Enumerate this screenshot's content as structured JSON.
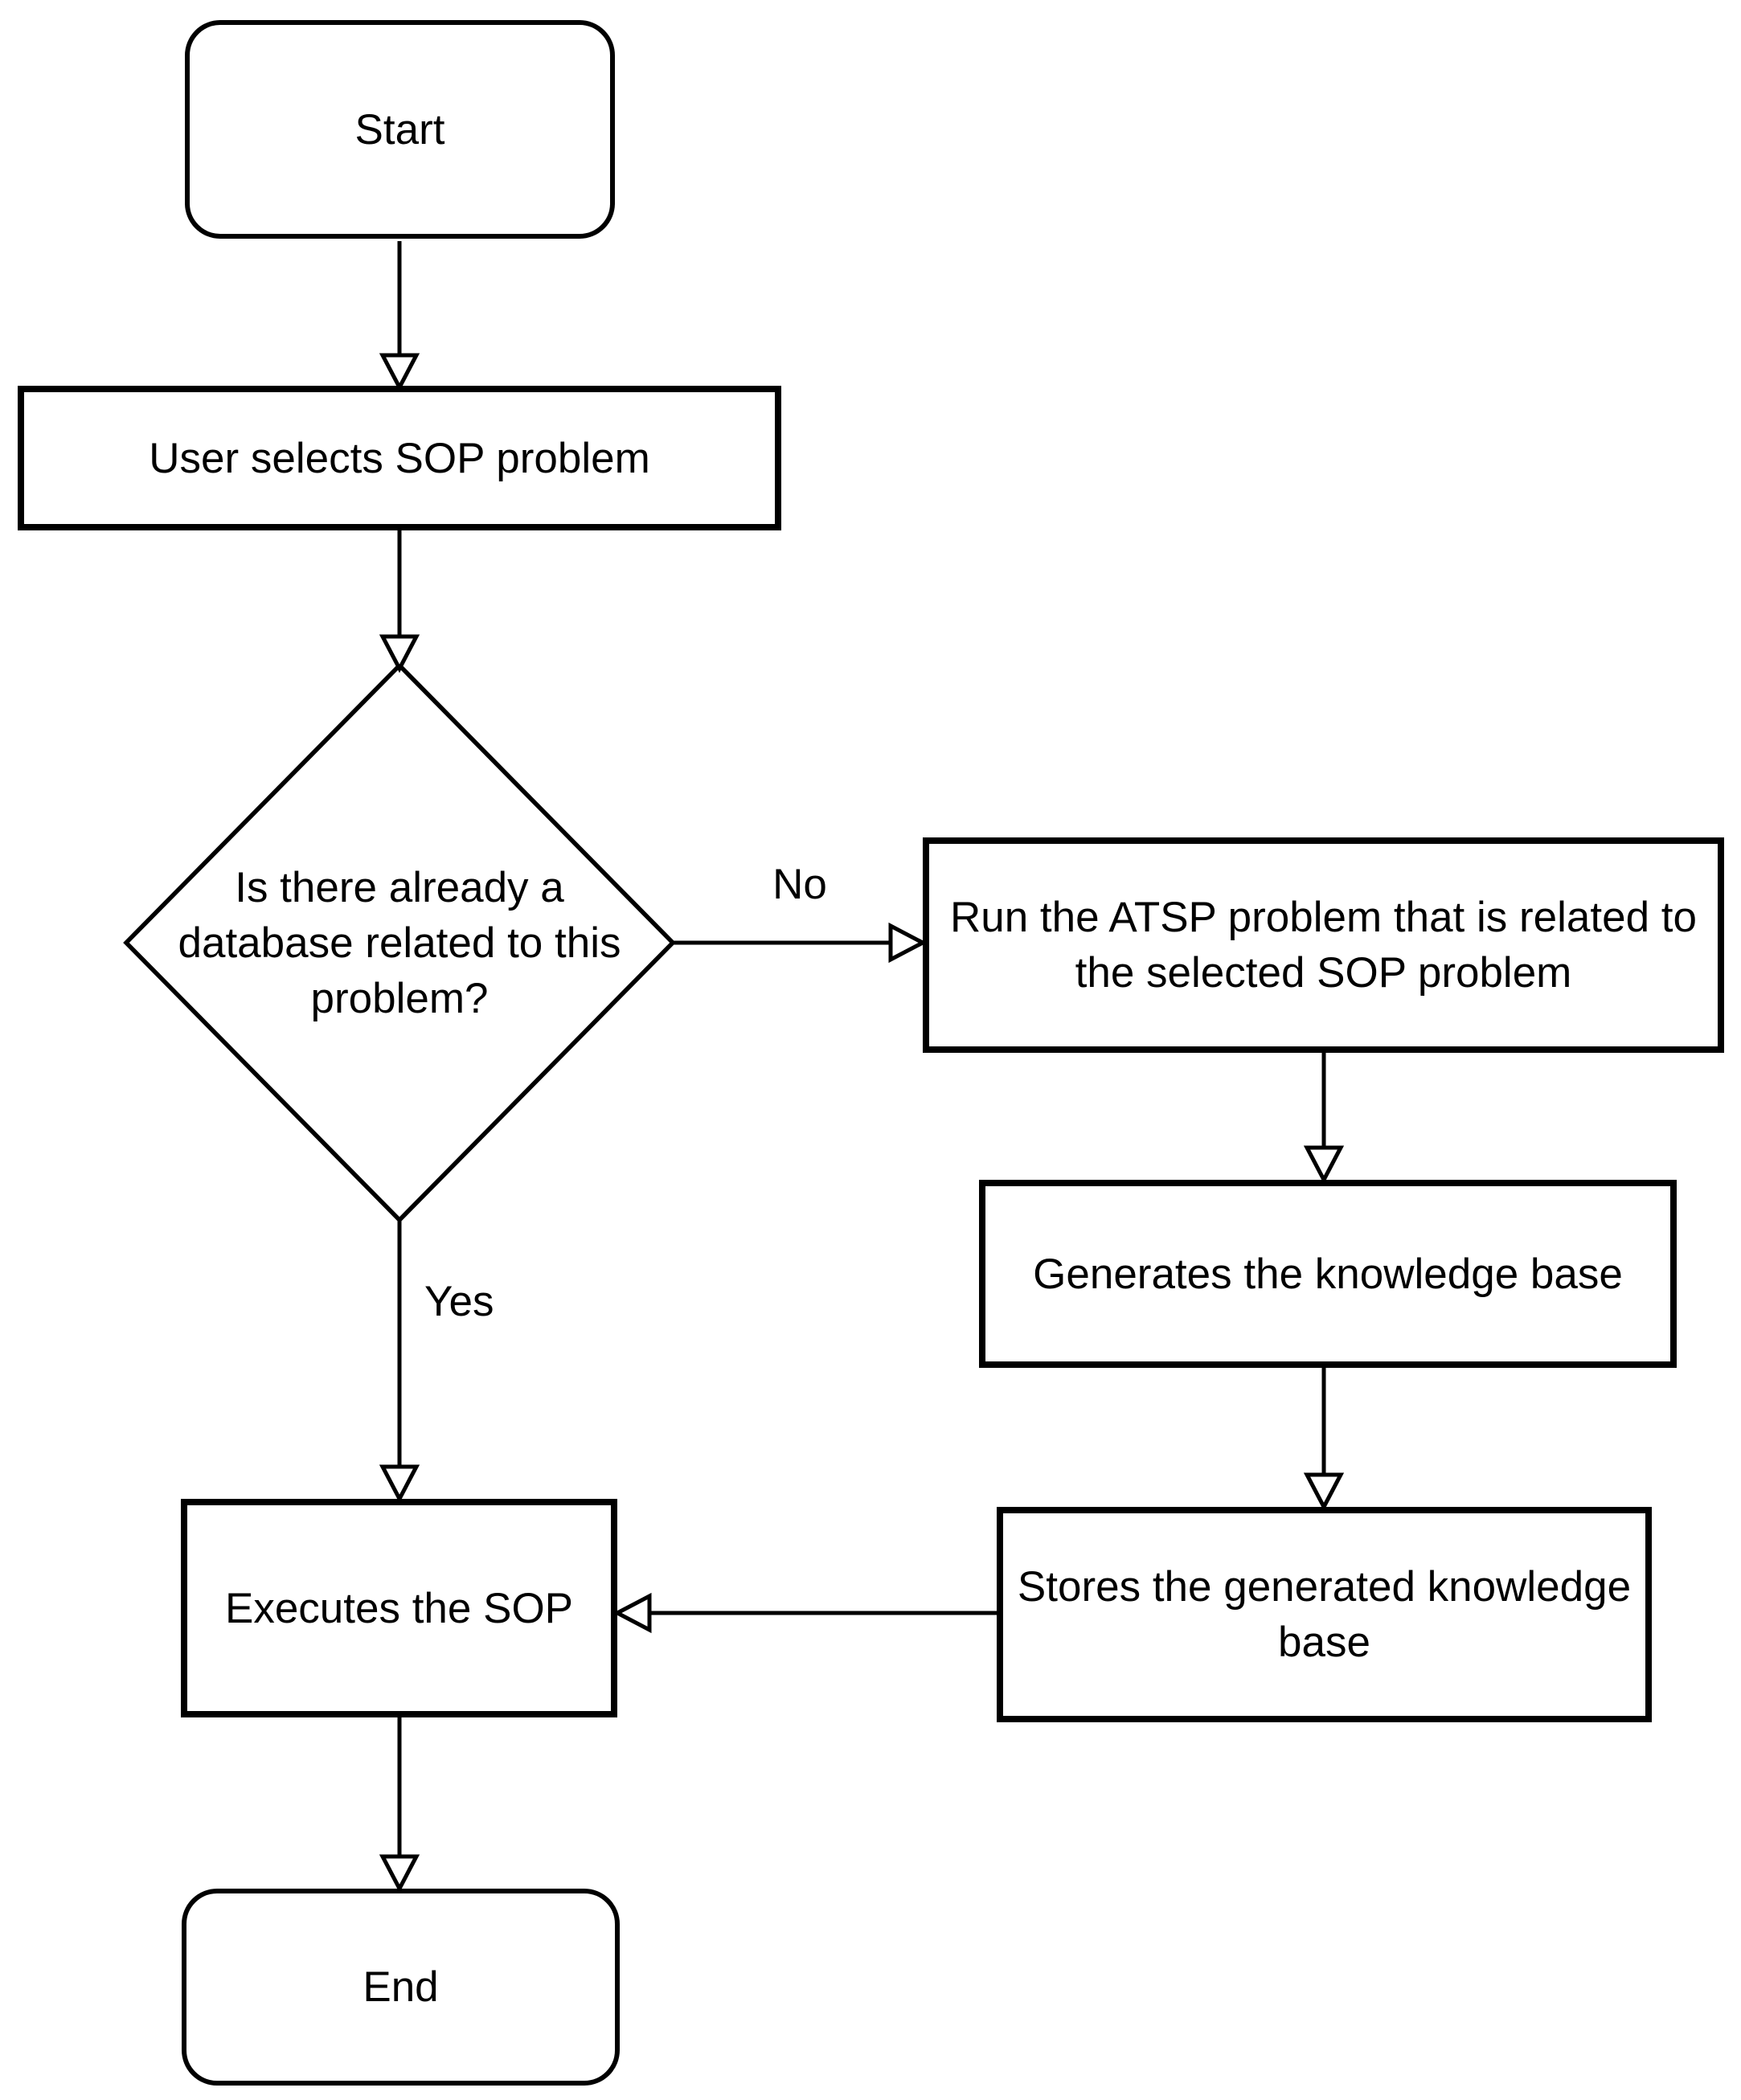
{
  "diagram": {
    "type": "flowchart",
    "background_color": "#ffffff",
    "stroke_color": "#000000",
    "nodes": {
      "start": {
        "shape": "rounded-terminator",
        "label": "Start"
      },
      "user_selects": {
        "shape": "process",
        "label": "User selects SOP problem"
      },
      "decision": {
        "shape": "decision-diamond",
        "label": "Is there already a\ndatabase related to this\nproblem?"
      },
      "run_atsp": {
        "shape": "process",
        "label": "Run the ATSP problem that is related to\nthe selected SOP problem"
      },
      "generates": {
        "shape": "process",
        "label": "Generates the knowledge base"
      },
      "stores": {
        "shape": "process",
        "label": "Stores the generated knowledge\nbase"
      },
      "executes": {
        "shape": "process",
        "label": "Executes the SOP"
      },
      "end": {
        "shape": "rounded-terminator",
        "label": "End"
      }
    },
    "edges": [
      {
        "from": "start",
        "to": "user_selects",
        "label": ""
      },
      {
        "from": "user_selects",
        "to": "decision",
        "label": ""
      },
      {
        "from": "decision",
        "to": "run_atsp",
        "label": "No"
      },
      {
        "from": "run_atsp",
        "to": "generates",
        "label": ""
      },
      {
        "from": "generates",
        "to": "stores",
        "label": ""
      },
      {
        "from": "stores",
        "to": "executes",
        "label": ""
      },
      {
        "from": "decision",
        "to": "executes",
        "label": "Yes"
      },
      {
        "from": "executes",
        "to": "end",
        "label": ""
      }
    ]
  }
}
